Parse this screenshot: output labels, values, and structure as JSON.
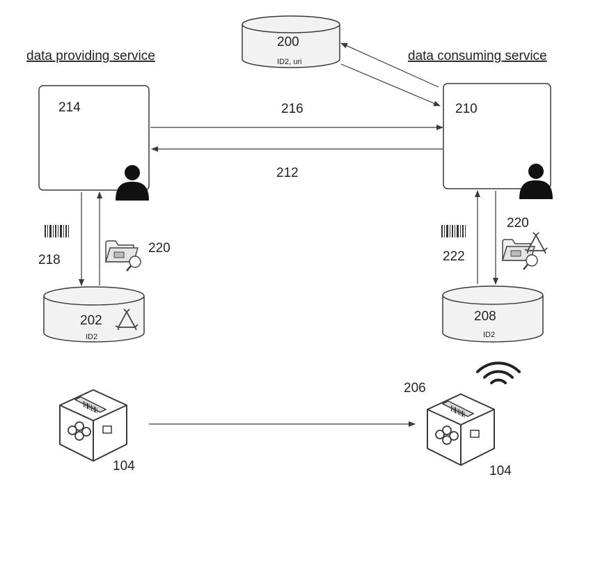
{
  "headers": {
    "providing": "data providing service",
    "consuming": "data consuming service"
  },
  "nodes": {
    "db200": {
      "num": "200",
      "sub": "ID2, uri"
    },
    "box214": {
      "num": "214"
    },
    "box210": {
      "num": "210"
    },
    "db202": {
      "num": "202",
      "sub": "ID2"
    },
    "db208": {
      "num": "208",
      "sub": "ID2"
    }
  },
  "flows": {
    "f216": "216",
    "f212": "212",
    "f218": "218",
    "f220_left": "220",
    "f222": "222",
    "f220_right": "220"
  },
  "packages": {
    "left_num": "104",
    "right_num": "104",
    "tag_num": "206"
  },
  "icons": {
    "person": "person-icon",
    "barcode": "barcode-icon",
    "folder_search": "folder-search-icon",
    "recycle": "recycle-icon",
    "package": "package-icon",
    "wireless": "wireless-signal-icon"
  },
  "colors": {
    "stroke": "#3a3a3a",
    "fill_light": "#f2f2f2",
    "person": "#111111"
  }
}
